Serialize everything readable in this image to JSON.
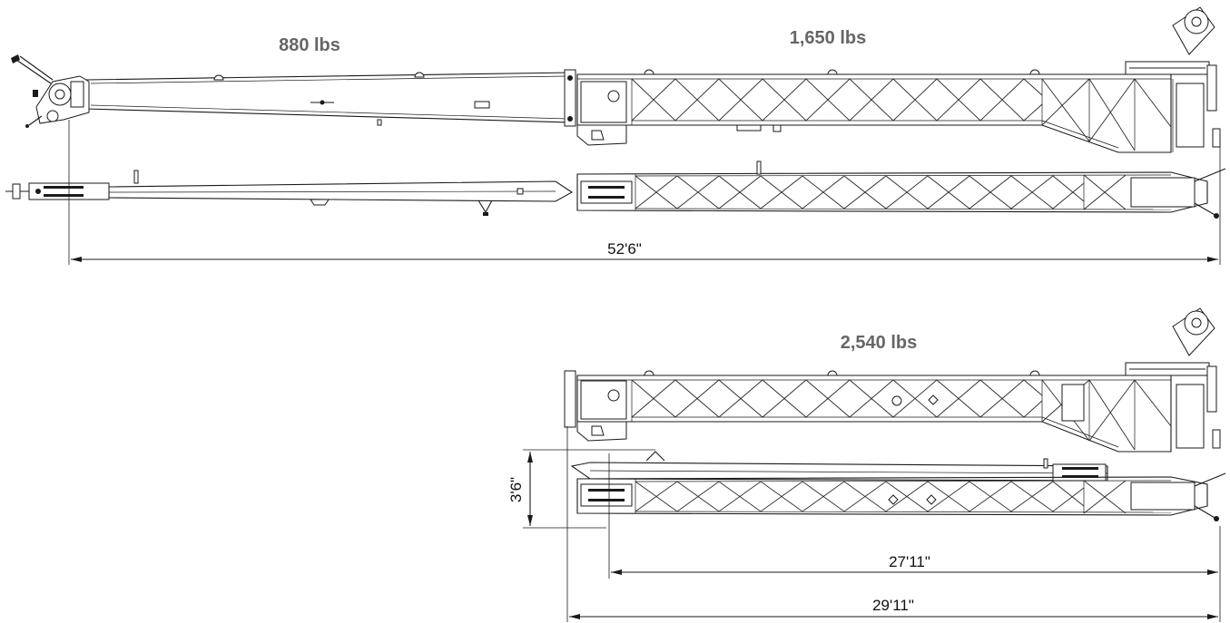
{
  "labels": {
    "weight_fly_jib": "880 lbs",
    "weight_lattice_jib": "1,650 lbs",
    "weight_stowed_jib": "2,540 lbs"
  },
  "dimensions": {
    "overall_length": "52'6\"",
    "stowed_height": "3'6\"",
    "stowed_inner_length": "27'11\"",
    "stowed_overall_length": "29'11\""
  }
}
